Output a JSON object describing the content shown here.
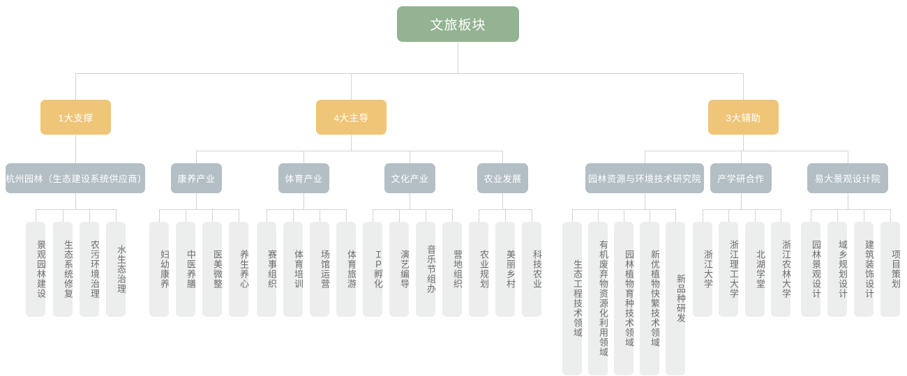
{
  "diagram": {
    "title": "文旅板块",
    "type": "org-tree",
    "colors": {
      "root": "#93b393",
      "level2": "#efc578",
      "level3": "#b3bfc5",
      "leaf_bg": "#eceded",
      "leaf_text": "#6d6d6d",
      "connector": "#d2d2d2",
      "background": "#ffffff"
    }
  },
  "root": {
    "label": "文旅板块"
  },
  "level2": [
    {
      "label": "1大支撑"
    },
    {
      "label": "4大主导"
    },
    {
      "label": "3大辅助"
    }
  ],
  "level3": [
    {
      "label": "杭州园林（生态建设系统供应商）"
    },
    {
      "label": "康养产业"
    },
    {
      "label": "体育产业"
    },
    {
      "label": "文化产业"
    },
    {
      "label": "农业发展"
    },
    {
      "label": "园林资源与环境技术研究院"
    },
    {
      "label": "产学研合作"
    },
    {
      "label": "易大景观设计院"
    }
  ],
  "leaves": {
    "hangzhou_yuanlin": [
      {
        "label": "景观园林建设"
      },
      {
        "label": "生态系统修复"
      },
      {
        "label": "农污环境治理"
      },
      {
        "label": "水生态治理"
      }
    ],
    "kangyang": [
      {
        "label": "妇幼康养"
      },
      {
        "label": "中医养膳"
      },
      {
        "label": "医美微整"
      },
      {
        "label": "养生养心"
      }
    ],
    "tiyu": [
      {
        "label": "赛事组织"
      },
      {
        "label": "体育培训"
      },
      {
        "label": "场馆运营"
      },
      {
        "label": "体育旅游"
      }
    ],
    "wenhua": [
      {
        "label": "Ｉｐ孵化"
      },
      {
        "label": "演艺编导"
      },
      {
        "label": "音乐节组办"
      },
      {
        "label": "营地组织"
      }
    ],
    "nongye": [
      {
        "label": "农业规划"
      },
      {
        "label": "美丽乡村"
      },
      {
        "label": "科技农业"
      }
    ],
    "yanjiuyuan": [
      {
        "label": "生态工程技术领域"
      },
      {
        "label": "有机废弃物资源化利用领域"
      },
      {
        "label": "园林植物育种技术领域"
      },
      {
        "label": "新优植物快繁技术领域"
      },
      {
        "label": "新品种研发"
      }
    ],
    "chanxueyan": [
      {
        "label": "浙江大学"
      },
      {
        "label": "浙江理工大学"
      },
      {
        "label": "北湖学堂"
      },
      {
        "label": "浙江农林大学"
      }
    ],
    "yida": [
      {
        "label": "园林景观设计"
      },
      {
        "label": "域乡规划设计"
      },
      {
        "label": "建筑装饰设计"
      },
      {
        "label": "项目策划"
      }
    ]
  }
}
